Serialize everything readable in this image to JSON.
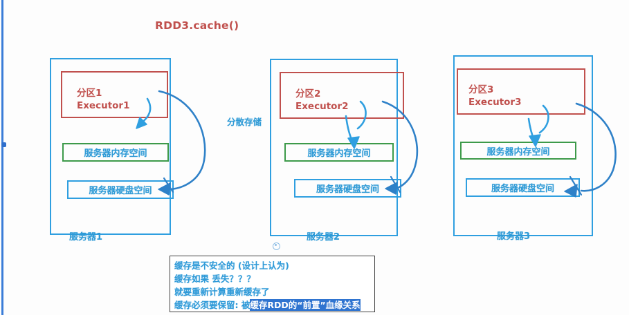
{
  "title": "RDD3.cache()",
  "middle_label": "分散存储",
  "servers": [
    {
      "executor_line1": "分区1",
      "executor_line2": "Executor1",
      "memory_label": "服务器内存空间",
      "disk_label": "服务器硬盘空间",
      "server_label": "服务器1"
    },
    {
      "executor_line1": "分区2",
      "executor_line2": "Executor2",
      "memory_label": "服务器内存空间",
      "disk_label": "服务器硬盘空间",
      "server_label": "服务器2"
    },
    {
      "executor_line1": "分区3",
      "executor_line2": "Executor3",
      "memory_label": "服务器内存空间",
      "disk_label": "服务器硬盘空间",
      "server_label": "服务器3"
    }
  ],
  "note": {
    "line1": "缓存是不安全的 (设计上认为)",
    "line2": "缓存如果 丢失？？？",
    "line3": "就要重新计算重新缓存了",
    "line4_plain": "缓存必须要保留: 被",
    "line4_highlight": "缓存RDD的“前置”血缘关系"
  },
  "colors": {
    "title_red": "#c0504d",
    "executor_red": "#c0504d",
    "server_blue": "#2f9fe0",
    "memory_green": "#3d9a4a",
    "text_blue": "#2e9ad6",
    "highlight_blue": "#2f74d0",
    "note_border": "#3f3f3f"
  }
}
